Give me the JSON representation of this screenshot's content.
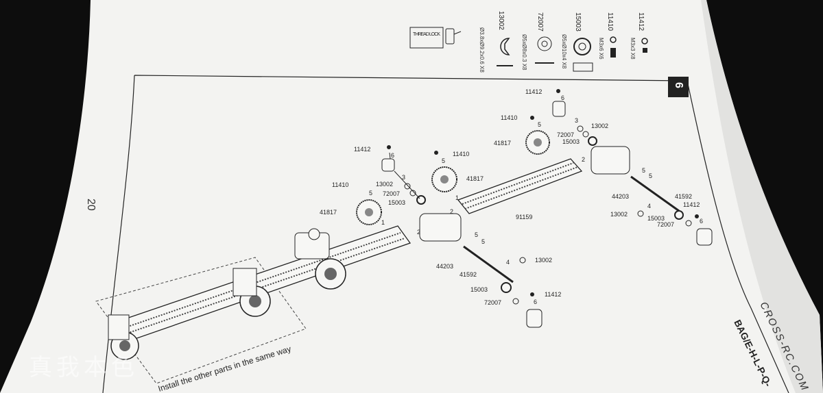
{
  "manual": {
    "page_number": "20",
    "step_number": "6",
    "bag_label": "BAG/E-H-L-P-Q-",
    "brand_spine": "CROSS-RC.COM",
    "watermark": "真我本色",
    "install_note": "Install the other parts in the same way",
    "thread_lock": "THREAD LOCK"
  },
  "parts_list": [
    {
      "code": "11412",
      "spec": "M3x3 X8"
    },
    {
      "code": "11410",
      "spec": "M3x6 X6"
    },
    {
      "code": "15003",
      "spec": "Ø5xØ10x4 X8"
    },
    {
      "code": "72007",
      "spec": "Ø5xØ8x0.3 X8"
    },
    {
      "code": "13002",
      "spec": "Ø3.8xØ9.2x0.6 X8"
    }
  ],
  "callouts": {
    "left": {
      "11412": "11412",
      "n6": "6",
      "n3": "3",
      "13002": "13002",
      "72007": "72007",
      "15003": "15003",
      "11410": "11410",
      "n5": "5",
      "41817": "41817",
      "n1": "1"
    },
    "middle": {
      "11410": "11410",
      "n5": "5",
      "41817": "41817",
      "n1": "1",
      "n2a": "2",
      "n2b": "2",
      "44203": "44203",
      "n5a": "5",
      "n5b": "5",
      "41592": "41592",
      "n4": "4",
      "13002": "13002",
      "15003": "15003",
      "72007": "72007",
      "11412": "11412",
      "n6": "6"
    },
    "right": {
      "11412": "11412",
      "n6": "6",
      "11410": "11410",
      "n5": "5",
      "n3": "3",
      "13002": "13002",
      "41817": "41817",
      "72007": "72007",
      "15003": "15003",
      "n2": "2",
      "91159": "91159",
      "44203": "44203",
      "n5a": "5",
      "n5b": "5",
      "41592": "41592",
      "n4": "4",
      "13002b": "13002",
      "15003b": "15003",
      "11412b": "11412",
      "n6b": "6",
      "72007b": "72007"
    }
  },
  "colors": {
    "paper": "#f3f3f1",
    "ink": "#222222",
    "background": "#0d0d0d"
  }
}
